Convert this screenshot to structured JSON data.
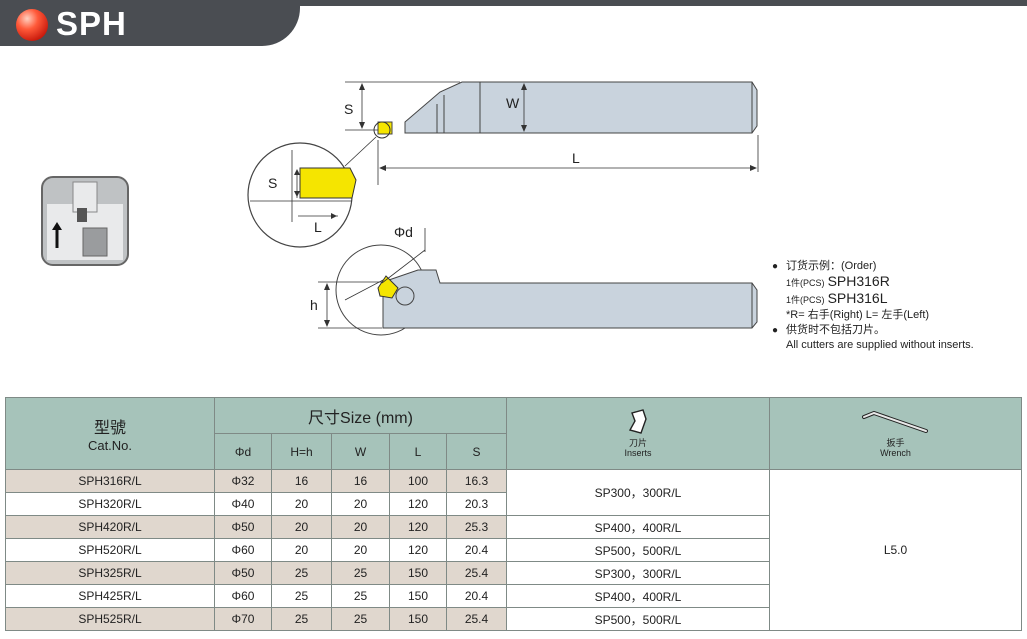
{
  "header": {
    "title": "SPH"
  },
  "drawing": {
    "s_label": "S",
    "w_label": "W",
    "l_label": "L",
    "detail_s_label": "S",
    "detail_l_label": "L",
    "phi_d_label": "Φd",
    "h_label": "h"
  },
  "order": {
    "title": "订货示例：(Order)",
    "line1_qty": "1件(PCS)",
    "line1_code": "SPH316R",
    "line2_qty": "1件(PCS)",
    "line2_code": "SPH316L",
    "rl_note": "*R= 右手(Right)   L= 左手(Left)",
    "supply_cn": "供货时不包括刀片。",
    "supply_en": "All cutters are supplied without inserts."
  },
  "table": {
    "catno_cn": "型號",
    "catno_en": "Cat.No.",
    "size_header": "尺寸Size (mm)",
    "columns": [
      "Φd",
      "H=h",
      "W",
      "L",
      "S"
    ],
    "inserts_cn": "刀片",
    "inserts_en": "Inserts",
    "wrench_cn": "扳手",
    "wrench_en": "Wrench",
    "rows": [
      {
        "cat": "SPH316R/L",
        "d": "Φ32",
        "h": "16",
        "w": "16",
        "l": "100",
        "s": "16.3"
      },
      {
        "cat": "SPH320R/L",
        "d": "Φ40",
        "h": "20",
        "w": "20",
        "l": "120",
        "s": "20.3"
      },
      {
        "cat": "SPH420R/L",
        "d": "Φ50",
        "h": "20",
        "w": "20",
        "l": "120",
        "s": "25.3"
      },
      {
        "cat": "SPH520R/L",
        "d": "Φ60",
        "h": "20",
        "w": "20",
        "l": "120",
        "s": "20.4"
      },
      {
        "cat": "SPH325R/L",
        "d": "Φ50",
        "h": "25",
        "w": "25",
        "l": "150",
        "s": "25.4"
      },
      {
        "cat": "SPH425R/L",
        "d": "Φ60",
        "h": "25",
        "w": "25",
        "l": "150",
        "s": "20.4"
      },
      {
        "cat": "SPH525R/L",
        "d": "Φ70",
        "h": "25",
        "w": "25",
        "l": "150",
        "s": "25.4"
      }
    ],
    "inserts": [
      "SP300，300R/L",
      "SP400，400R/L",
      "SP500，500R/L",
      "SP300，300R/L",
      "SP400，400R/L",
      "SP500，500R/L"
    ],
    "wrench": "L5.0"
  }
}
